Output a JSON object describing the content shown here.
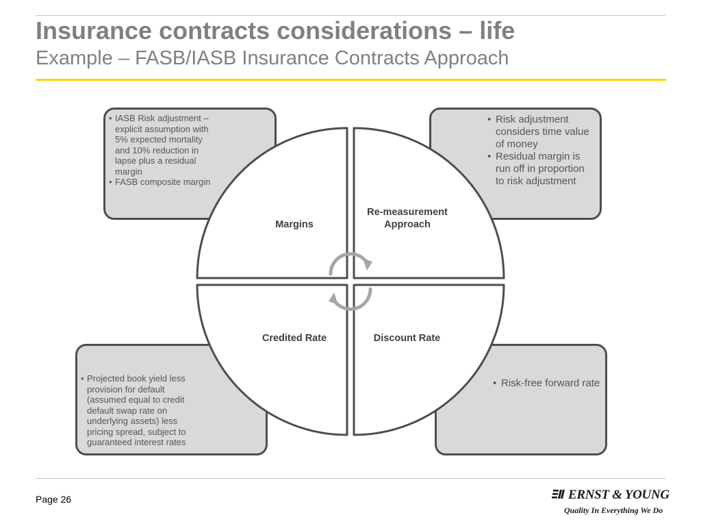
{
  "header": {
    "title": "Insurance contracts considerations – life",
    "subtitle": "Example – FASB/IASB Insurance Contracts Approach"
  },
  "boxes": {
    "top_left": [
      "IASB Risk adjustment – explicit assumption with 5% expected mortality and 10% reduction in lapse plus a residual margin",
      "FASB composite margin"
    ],
    "top_right": [
      "Risk adjustment considers time value of money",
      "Residual margin is run off in proportion to risk adjustment"
    ],
    "bottom_left": [
      "Projected book yield less provision for default (assumed equal to credit default swap rate on underlying assets) less pricing spread, subject to guaranteed interest rates"
    ],
    "bottom_right": [
      "Risk-free forward rate"
    ]
  },
  "quadrants": {
    "top_left": "Margins",
    "top_right": "Re-measurement Approach",
    "bottom_left": "Credited Rate",
    "bottom_right": "Discount Rate"
  },
  "footer": {
    "page": "Page 26",
    "logo_name": "ERNST & YOUNG",
    "logo_tagline": "Quality In Everything We Do"
  },
  "colors": {
    "title_gray": "#808080",
    "accent_yellow": "#ffd200",
    "box_fill": "#d9d9d9",
    "box_border": "#4d4d4d"
  },
  "icons": [
    "cycle-arrows-icon",
    "ey-logo-icon"
  ]
}
